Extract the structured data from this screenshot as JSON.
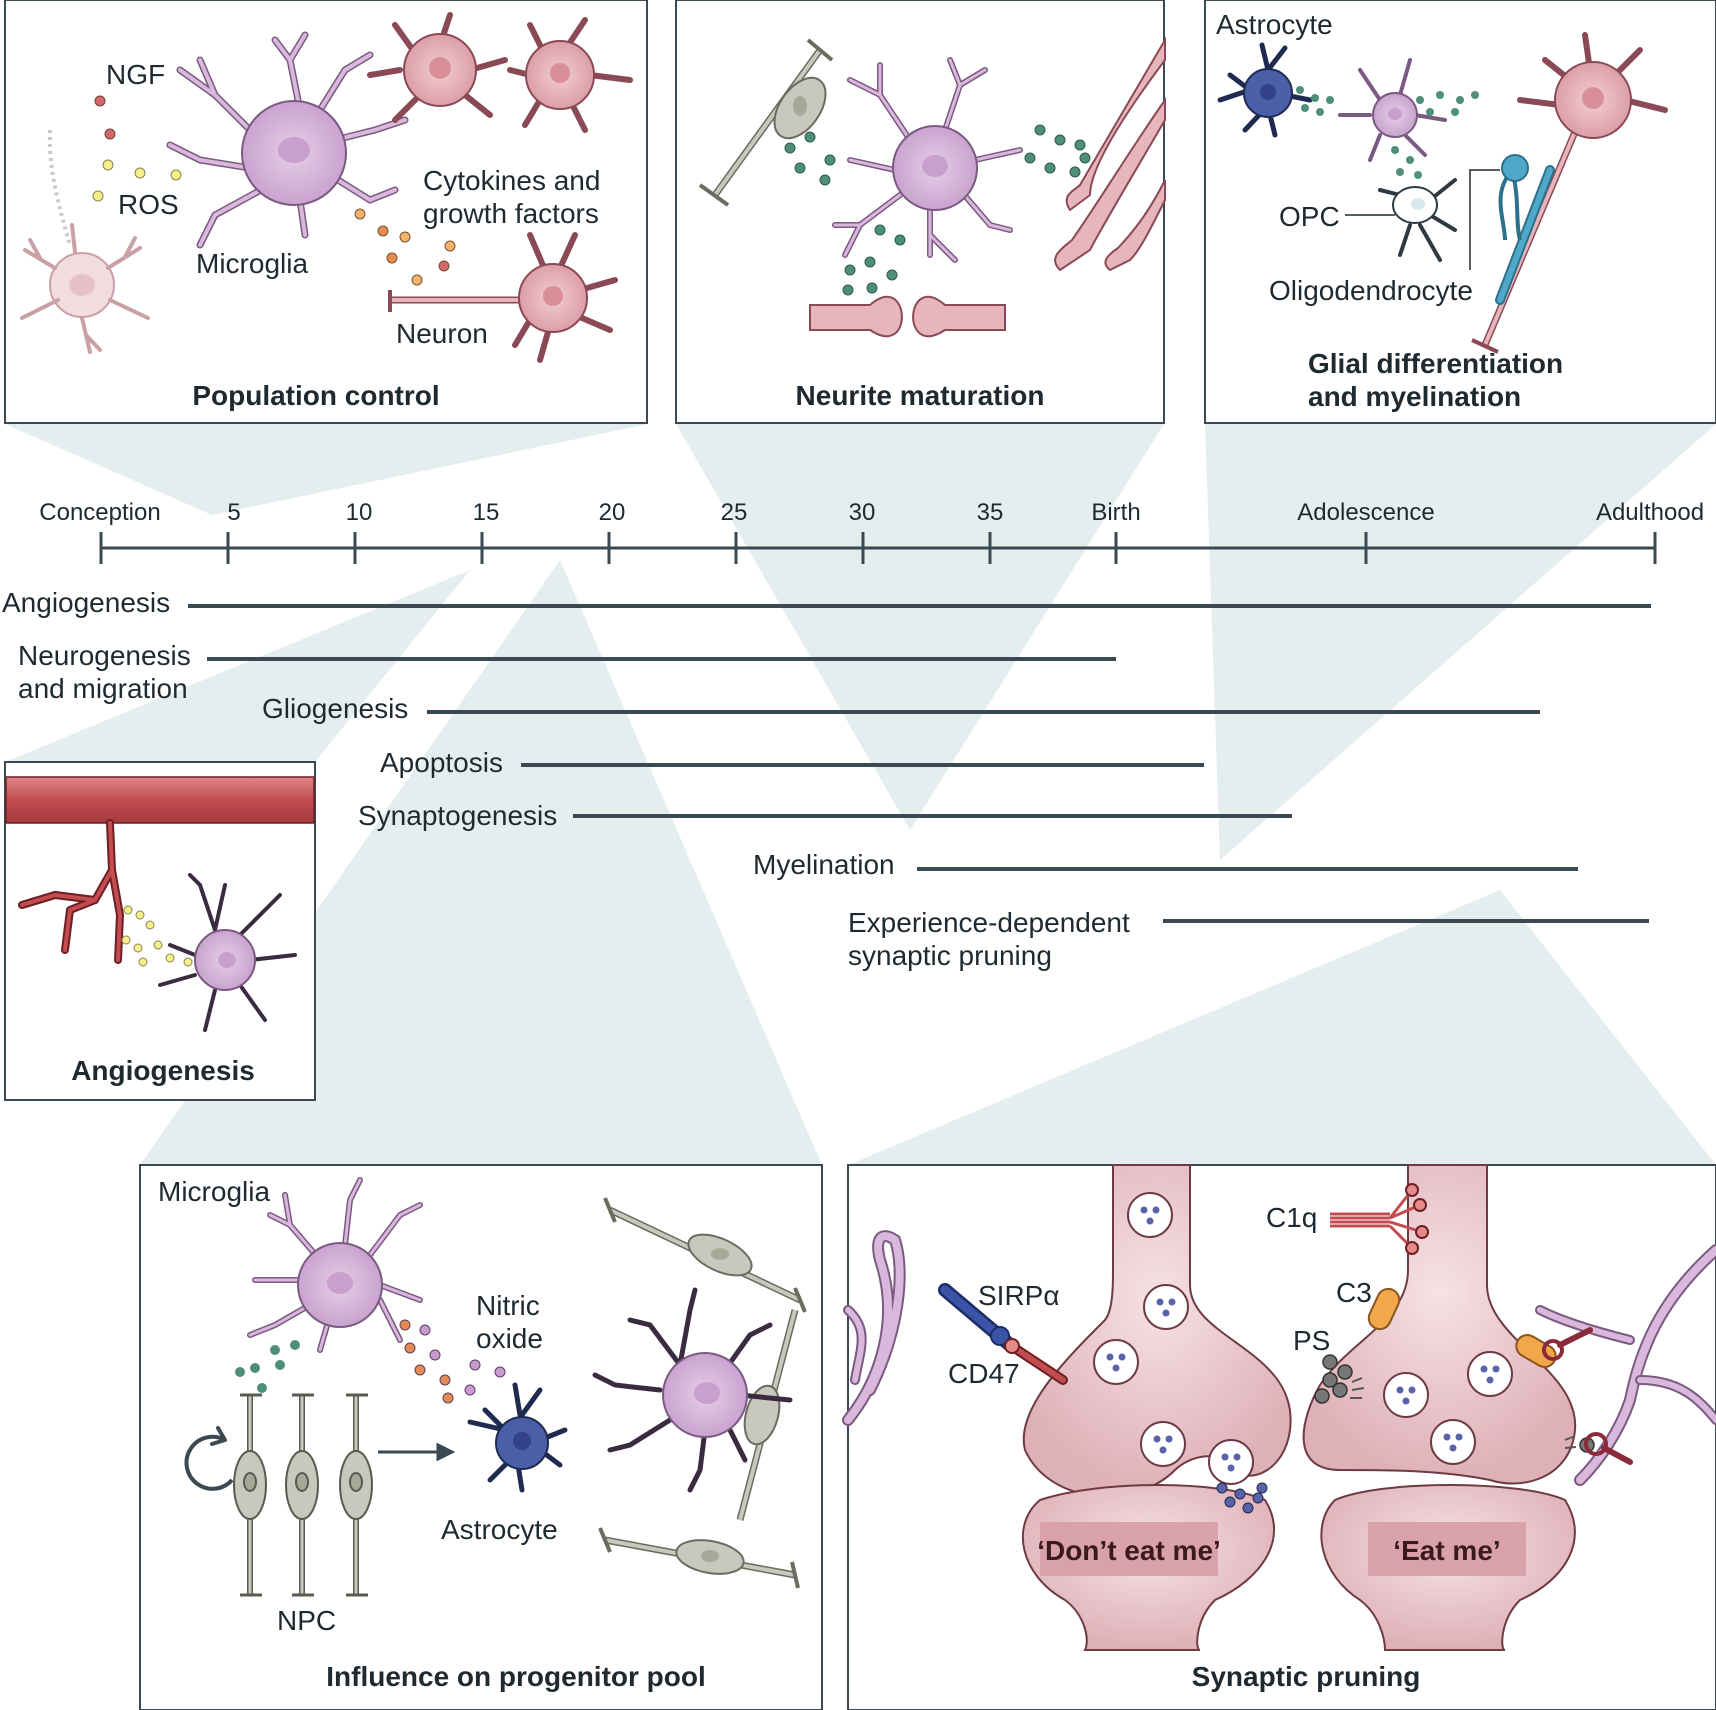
{
  "timeline": {
    "ticks": [
      "Conception",
      "5",
      "10",
      "15",
      "20",
      "25",
      "30",
      "35",
      "Birth",
      "Adolescence",
      "Adulthood"
    ],
    "processes": [
      {
        "label": [
          "Angiogenesis"
        ]
      },
      {
        "label": [
          "Neurogenesis",
          "and migration"
        ]
      },
      {
        "label": [
          "Gliogenesis"
        ]
      },
      {
        "label": [
          "Apoptosis"
        ]
      },
      {
        "label": [
          "Synaptogenesis"
        ]
      },
      {
        "label": [
          "Myelination"
        ]
      },
      {
        "label": [
          "Experience-dependent",
          "synaptic pruning"
        ]
      }
    ]
  },
  "panels": {
    "population": {
      "title": "Population control",
      "labels": {
        "ngf": "NGF",
        "ros": "ROS",
        "microglia": "Microglia",
        "cytokines_1": "Cytokines and",
        "cytokines_2": "growth factors",
        "neuron": "Neuron"
      }
    },
    "neurite": {
      "title": "Neurite maturation"
    },
    "glial": {
      "title_1": "Glial differentiation",
      "title_2": "and myelination",
      "labels": {
        "astrocyte": "Astrocyte",
        "opc": "OPC",
        "oligodendrocyte": "Oligodendrocyte"
      }
    },
    "angiogenesis": {
      "title": "Angiogenesis"
    },
    "progenitor": {
      "title": "Influence on progenitor pool",
      "labels": {
        "microglia": "Microglia",
        "nitric_1": "Nitric",
        "nitric_2": "oxide",
        "astrocyte": "Astrocyte",
        "npc": "NPC"
      }
    },
    "pruning": {
      "title": "Synaptic pruning",
      "labels": {
        "c1q": "C1q",
        "c3": "C3",
        "ps": "PS",
        "sirpa": "SIRPα",
        "cd47": "CD47",
        "dont_eat": "‘Don’t eat me’",
        "eat": "‘Eat me’"
      }
    }
  },
  "colors": {
    "microglia": "#d9b8dc",
    "neuron": "#e7b6bc",
    "axis": "#3b4a52",
    "wedge": "#e4eeee",
    "vessel": "#c8565a",
    "astrocyte": "#4b5fa8",
    "npc": "#c8c8bc",
    "synapse": "#e8c0c6"
  }
}
